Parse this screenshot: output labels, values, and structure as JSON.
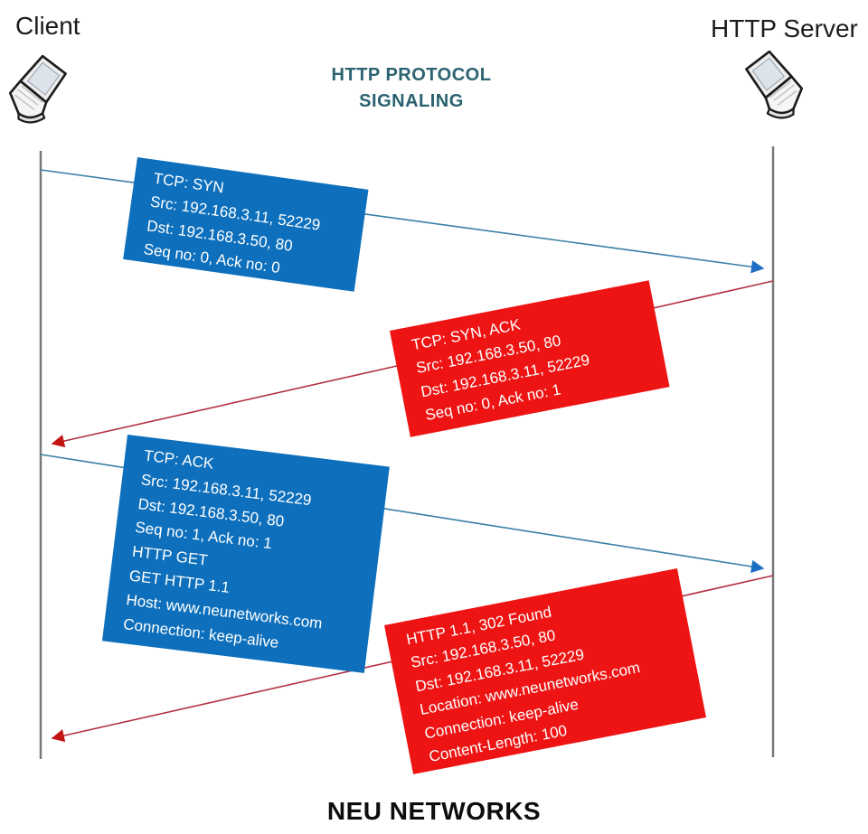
{
  "header": {
    "client_label": "Client",
    "server_label": "HTTP Server",
    "title_line1": "HTTP PROTOCOL",
    "title_line2": "SIGNALING"
  },
  "icons": {
    "client": "laptop-icon",
    "server": "laptop-icon"
  },
  "footer": {
    "brand": "NEU NETWORKS"
  },
  "colors": {
    "title": "#2b6270",
    "lifeline": "#7a7a7a",
    "client_to_server_box": "#0e70bc",
    "server_to_client_box": "#ee1414",
    "client_to_server_line": "#3a7fa6",
    "server_to_client_line": "#b23140",
    "client_to_server_arrowhead": "#1e6fc4",
    "server_to_client_arrowhead": "#c41414"
  },
  "messages": [
    {
      "id": "tcp-syn",
      "direction": "client-to-server",
      "lines": [
        "TCP: SYN",
        "Src: 192.168.3.11, 52229",
        "Dst: 192.168.3.50, 80",
        "Seq no: 0, Ack no: 0"
      ]
    },
    {
      "id": "tcp-syn-ack",
      "direction": "server-to-client",
      "lines": [
        "TCP: SYN, ACK",
        "Src: 192.168.3.50, 80",
        "Dst: 192.168.3.11, 52229",
        "Seq no: 0, Ack no: 1"
      ]
    },
    {
      "id": "tcp-ack-http-get",
      "direction": "client-to-server",
      "lines": [
        "TCP: ACK",
        "Src: 192.168.3.11, 52229",
        "Dst: 192.168.3.50, 80",
        "Seq no: 1, Ack no: 1",
        "HTTP GET",
        "GET HTTP 1.1",
        "Host: www.neunetworks.com",
        "Connection: keep-alive"
      ]
    },
    {
      "id": "http-302-found",
      "direction": "server-to-client",
      "lines": [
        "HTTP 1.1, 302 Found",
        "Src: 192.168.3.50, 80",
        "Dst: 192.168.3.11, 52229",
        "Location: www.neunetworks.com",
        "Connection: keep-alive",
        "Content-Length: 100"
      ]
    }
  ]
}
